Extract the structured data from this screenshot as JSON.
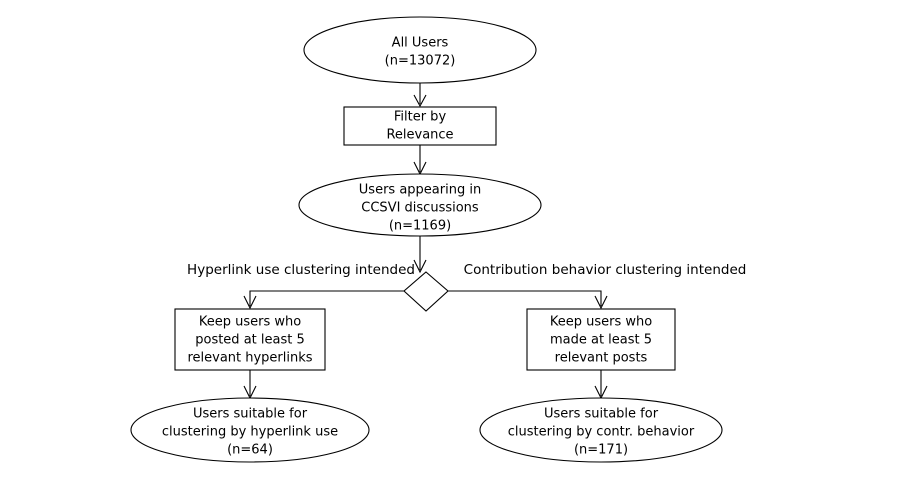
{
  "diagram": {
    "title": "User filtering flowchart",
    "background_color": "#ffffff",
    "stroke_color": "#000000",
    "text_color": "#000000",
    "nodes": [
      {
        "id": "all-users",
        "shape": "ellipse",
        "lines": [
          "All Users",
          "(n=13072)"
        ]
      },
      {
        "id": "filter-by-relevance",
        "shape": "rectangle",
        "lines": [
          "Filter by",
          "Relevance"
        ]
      },
      {
        "id": "users-in-ccsvi",
        "shape": "ellipse",
        "lines": [
          "Users appearing in",
          "CCSVI discussions",
          "(n=1169)"
        ]
      },
      {
        "id": "branch-decision",
        "shape": "diamond",
        "lines": []
      },
      {
        "id": "keep-hyperlink-users",
        "shape": "rectangle",
        "lines": [
          "Keep users who",
          "posted at least 5",
          "relevant hyperlinks"
        ]
      },
      {
        "id": "keep-post-users",
        "shape": "rectangle",
        "lines": [
          "Keep users who",
          "made at least 5",
          "relevant posts"
        ]
      },
      {
        "id": "users-suitable-hyperlink",
        "shape": "ellipse",
        "lines": [
          "Users suitable for",
          "clustering by hyperlink use",
          "(n=64)"
        ]
      },
      {
        "id": "users-suitable-contr",
        "shape": "ellipse",
        "lines": [
          "Users suitable for",
          "clustering by contr. behavior",
          "(n=171)"
        ]
      }
    ],
    "edge_labels": [
      {
        "id": "label-hyperlink-branch",
        "text": "Hyperlink use clustering intended"
      },
      {
        "id": "label-contribution-branch",
        "text": "Contribution behavior clustering intended"
      }
    ]
  }
}
